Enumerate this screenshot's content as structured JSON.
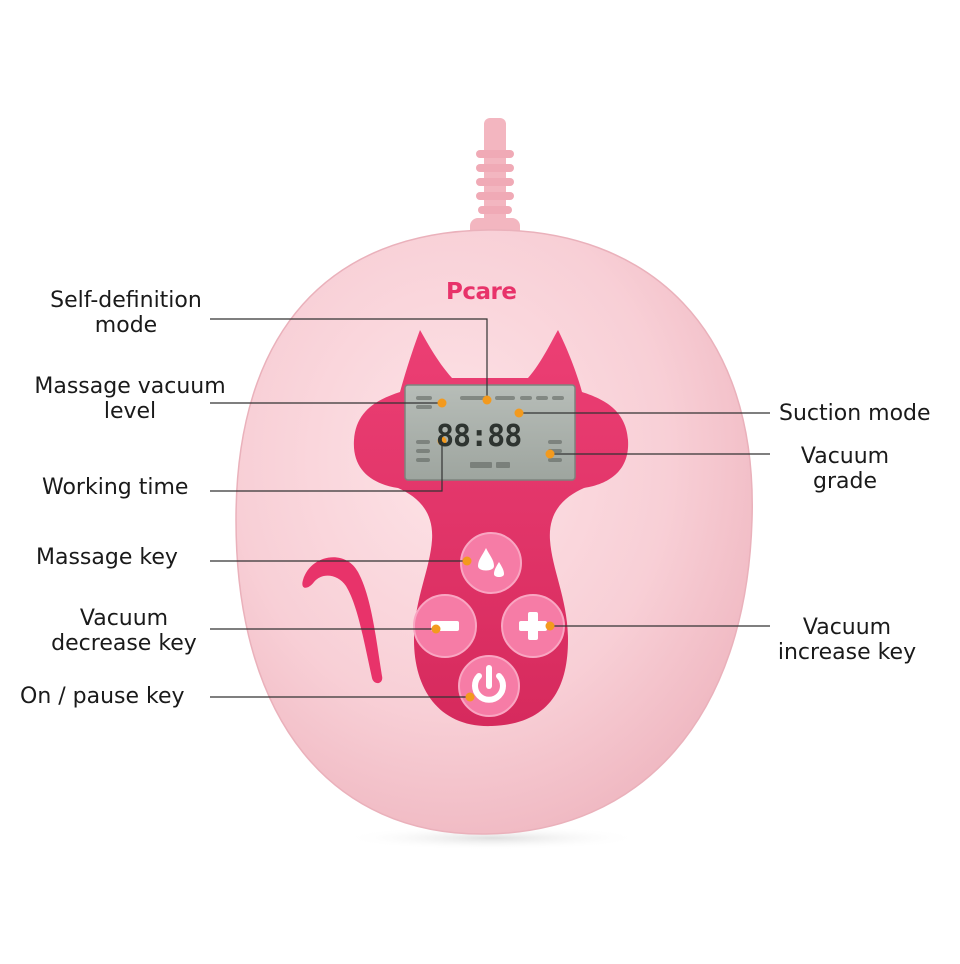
{
  "brand": {
    "logo_text": "Pcare"
  },
  "display": {
    "time_digits": "88:88"
  },
  "callouts": {
    "self_definition_mode": [
      "Self-definition",
      "mode"
    ],
    "massage_vacuum_level": [
      "Massage vacuum",
      "level"
    ],
    "working_time": [
      "Working time"
    ],
    "massage_key": [
      "Massage key"
    ],
    "vacuum_decrease_key": [
      "Vacuum",
      "decrease key"
    ],
    "on_pause_key": [
      "On / pause key"
    ],
    "suction_mode": [
      "Suction mode"
    ],
    "vacuum_grade": [
      "Vacuum",
      "grade"
    ],
    "vacuum_increase_key": [
      "Vacuum",
      "increase key"
    ]
  },
  "colors": {
    "body": "#f7c8d0",
    "panel": "#e8336a",
    "button": "#f67ca6",
    "lcd": "#a9b0aa",
    "marker": "#f39a1e",
    "leader": "#333333"
  }
}
